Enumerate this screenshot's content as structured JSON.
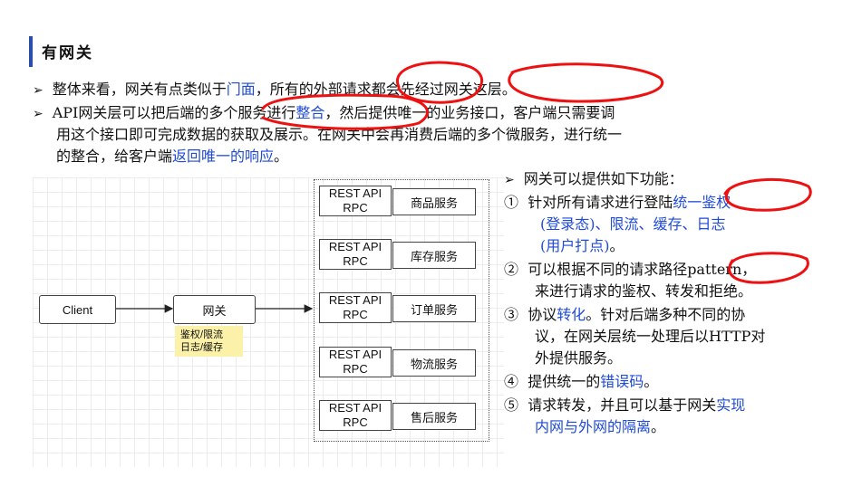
{
  "slide": {
    "title": "有网关",
    "para1": {
      "bullet": "➢",
      "a": "整体来看，网关有点类似于",
      "link": "门面",
      "b": "，所有的外部请求都会先经过网关这层。"
    },
    "para2": {
      "bullet": "➢",
      "l1a": "API网关层可以把后端的多个服务进行",
      "l1link": "整合",
      "l1b": "，然后提供唯一的业务接口，客户端只需要调",
      "l2": "用这个接口即可完成数据的获取及展示。在网关中会再消费后端的多个微服务，进行统一",
      "l3a": "的整合，给客户端",
      "l3link": "返回唯一的响应",
      "l3b": "。"
    }
  },
  "diagram": {
    "client": "Client",
    "gateway": "网关",
    "note_line1": "鉴权/限流",
    "note_line2": "日志/缓存",
    "api_line1": "REST API",
    "api_line2": "RPC",
    "services": [
      "商品服务",
      "库存服务",
      "订单服务",
      "物流服务",
      "售后服务"
    ]
  },
  "features": {
    "intro_bullet": "➢",
    "intro": "网关可以提供如下功能：",
    "f1_num": "①",
    "f1a": "针对所有请求进行登陆",
    "f1link": "统一鉴权",
    "f1b": "(登录态)、限流、缓存、日志",
    "f1c": "(用户打点)",
    "f1d": "。",
    "f2_num": "②",
    "f2a": "可以根据不同的请求路径pattern，",
    "f2b": "来进行请求的鉴权、转发和拒绝。",
    "f3_num": "③",
    "f3a": "协议",
    "f3link": "转化",
    "f3b": "。针对后端多种不同的协",
    "f3c": "议，在网关层统一处理后以HTTP对",
    "f3d": "外提供服务。",
    "f4_num": "④",
    "f4a": "提供统一的",
    "f4link": "错误码",
    "f4b": "。",
    "f5_num": "⑤",
    "f5a": "请求转发，并且可以基于网关",
    "f5link": "实现",
    "f5c": "内网与外网的隔离",
    "f5d": "。"
  },
  "colors": {
    "accent_bar": "#2b4fa8",
    "link_blue": "#1f4bd6",
    "annotation_red": "#e11",
    "note_yellow": "#fbf1a8"
  }
}
